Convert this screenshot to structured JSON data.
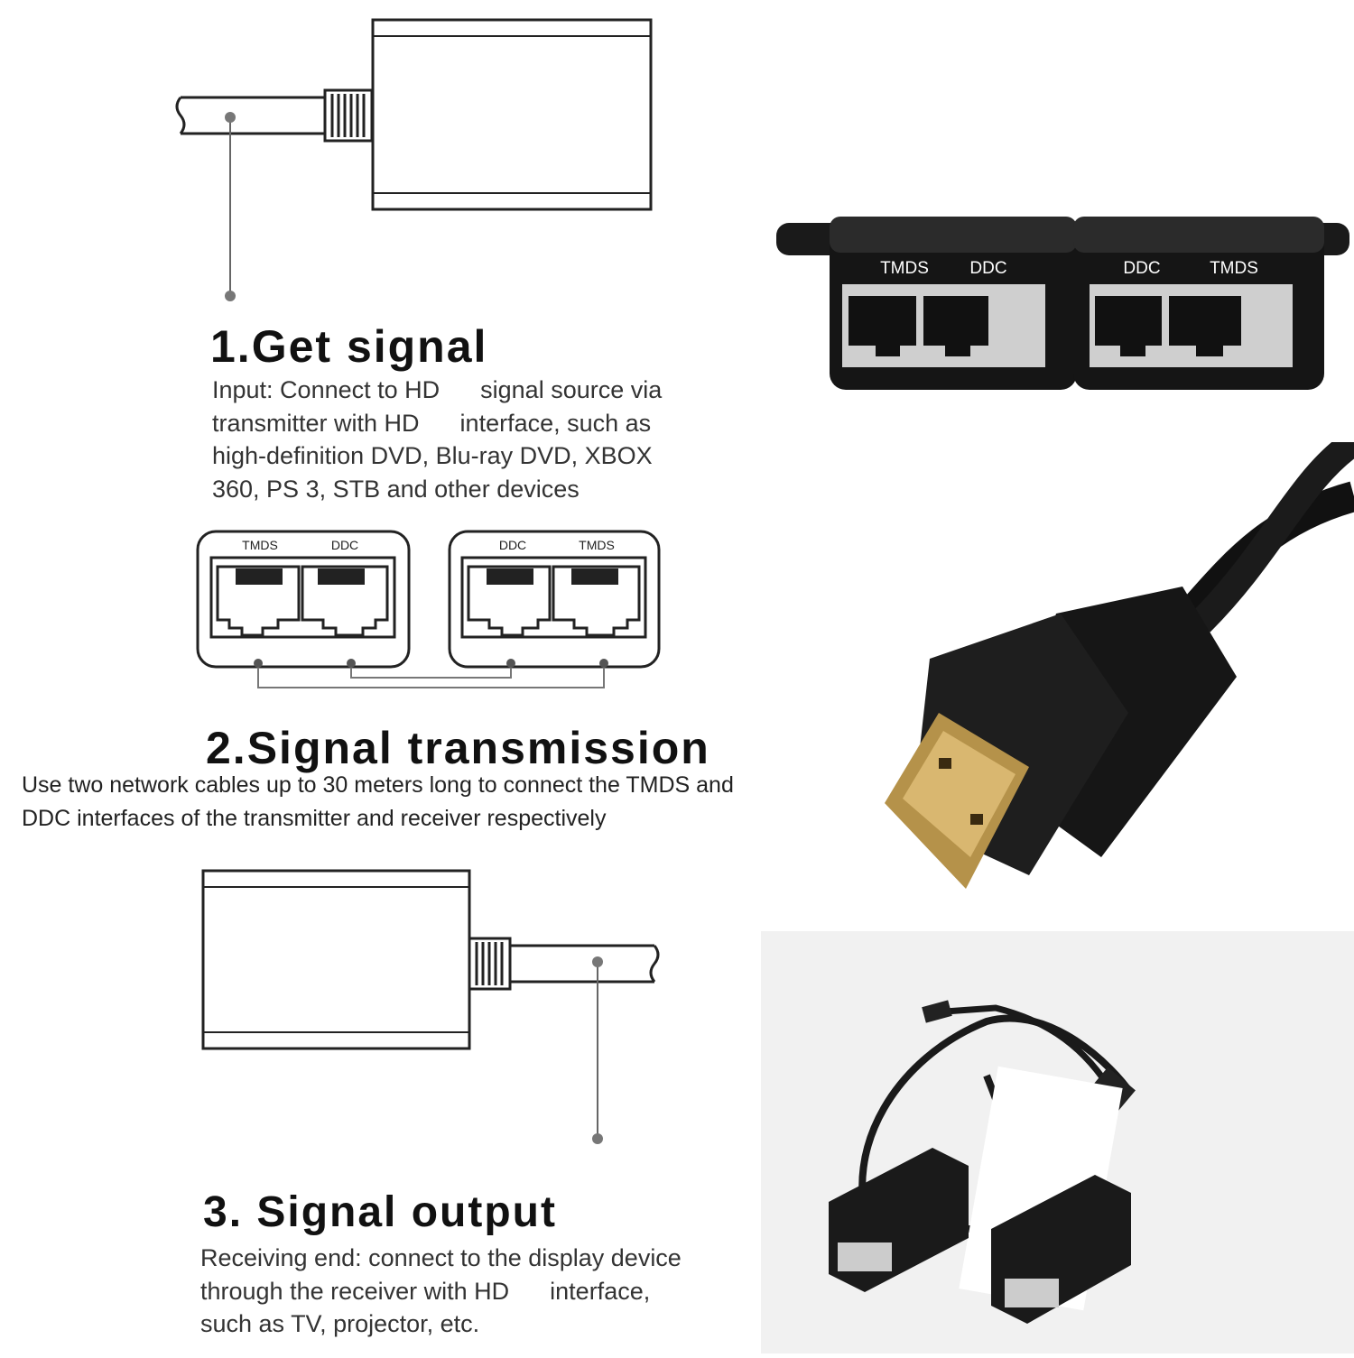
{
  "step1": {
    "heading": "1.Get signal",
    "lines": [
      "Input: Connect to HD      signal source via",
      "transmitter with HD      interface, such as",
      "high-definition DVD, Blu-ray DVD, XBOX",
      "360, PS 3, STB and other devices"
    ]
  },
  "diagram": {
    "left_labels": [
      "TMDS",
      "DDC"
    ],
    "right_labels": [
      "DDC",
      "TMDS"
    ]
  },
  "step2": {
    "heading": "2.Signal transmission",
    "lines": [
      "Use two network cables up to 30 meters long to connect the TMDS and",
      "DDC interfaces of the transmitter and receiver respectively"
    ]
  },
  "step3": {
    "heading": "3. Signal output",
    "lines": [
      "Receiving end: connect to the display device",
      "through the receiver with HD      interface,",
      "such as TV, projector, etc."
    ]
  },
  "photo": {
    "left_labels": [
      "TMDS",
      "DDC"
    ],
    "right_labels": [
      "DDC",
      "TMDS"
    ]
  }
}
